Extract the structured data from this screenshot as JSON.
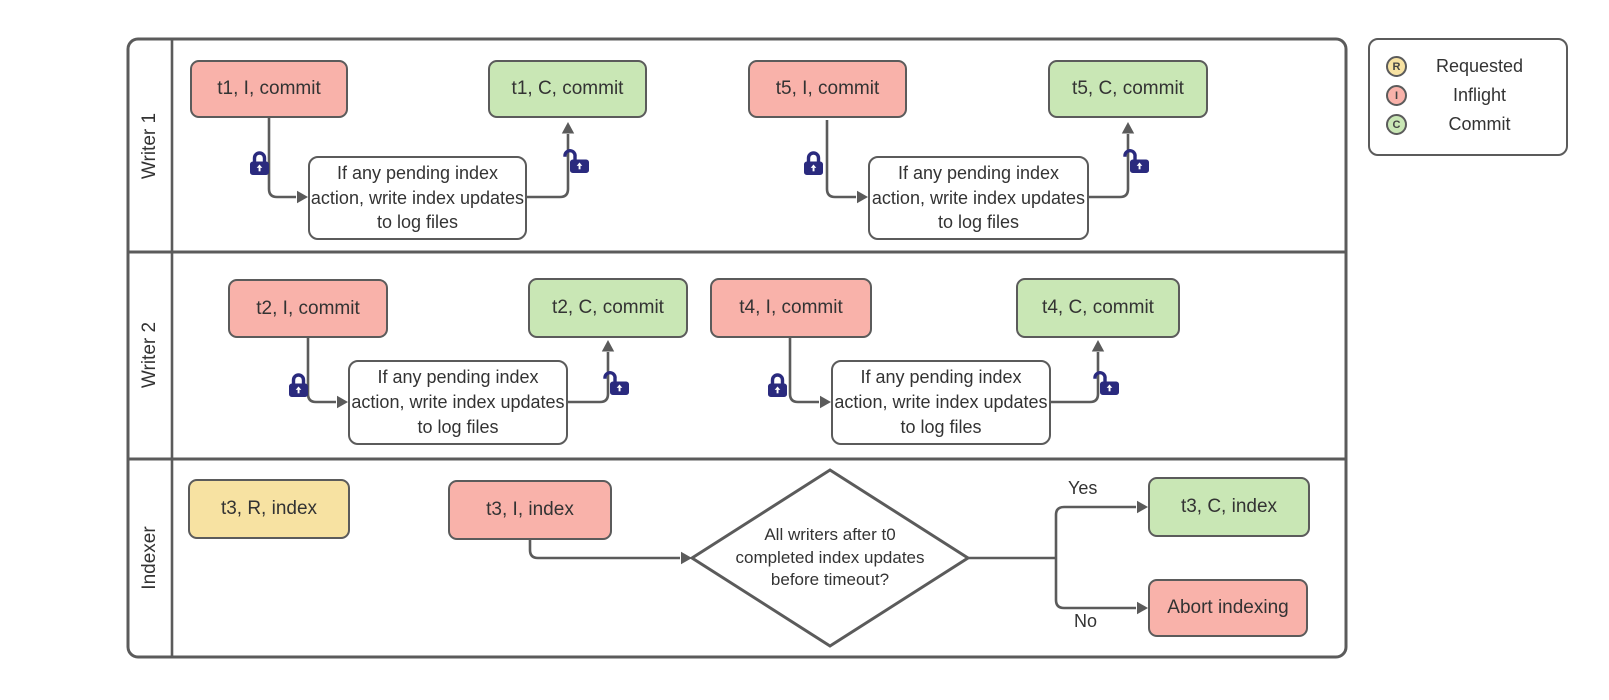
{
  "lanes": [
    {
      "label": "Writer 1"
    },
    {
      "label": "Writer 2"
    },
    {
      "label": "Indexer"
    }
  ],
  "legend": {
    "items": [
      {
        "symbol": "R",
        "label": "Requested",
        "state": "requested"
      },
      {
        "symbol": "I",
        "label": "Inflight",
        "state": "inflight"
      },
      {
        "symbol": "C",
        "label": "Commit",
        "state": "commit"
      }
    ]
  },
  "nodes": {
    "t1_inflight": {
      "label": "t1, I, commit",
      "state": "inflight"
    },
    "t1_commit": {
      "label": "t1, C, commit",
      "state": "commit"
    },
    "t5_inflight": {
      "label": "t5, I, commit",
      "state": "inflight"
    },
    "t5_commit": {
      "label": "t5, C, commit",
      "state": "commit"
    },
    "t2_inflight": {
      "label": "t2, I, commit",
      "state": "inflight"
    },
    "t2_commit": {
      "label": "t2, C, commit",
      "state": "commit"
    },
    "t4_inflight": {
      "label": "t4, I, commit",
      "state": "inflight"
    },
    "t4_commit": {
      "label": "t4, C, commit",
      "state": "commit"
    },
    "t3_requested": {
      "label": "t3, R, index",
      "state": "requested"
    },
    "t3_inflight": {
      "label": "t3, I, index",
      "state": "inflight"
    },
    "t3_commit": {
      "label": "t3, C, index",
      "state": "commit"
    },
    "abort": {
      "label": "Abort indexing",
      "state": "inflight"
    },
    "writer_action": {
      "label": "If any pending index action, write index updates to log files"
    },
    "decision": {
      "label": "All writers after t0 completed index updates before timeout?"
    }
  },
  "edges": {
    "yes": "Yes",
    "no": "No"
  },
  "colors": {
    "inflight": "#F9B2AA",
    "commit": "#C9E7B5",
    "requested": "#F7E2A2",
    "outline": "#5B5B5B",
    "lock": "#2A2A7E"
  }
}
